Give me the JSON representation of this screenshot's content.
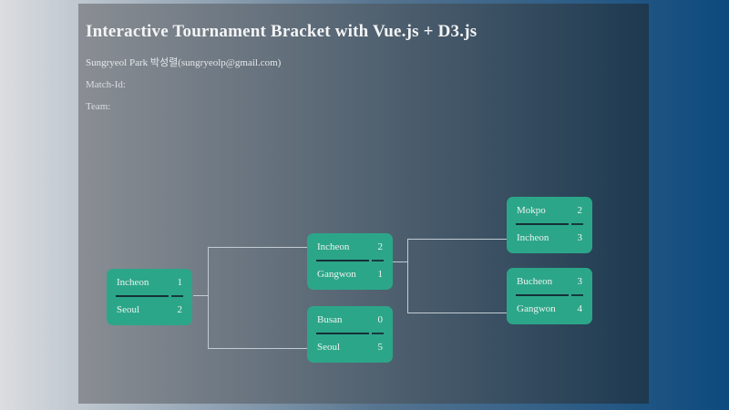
{
  "header": {
    "title": "Interactive Tournament Bracket with Vue.js + D3.js",
    "author": "Sungryeol Park 박성렬(sungryeolp@gmail.com)",
    "match_id_label": "Match-Id:",
    "match_id_value": "",
    "team_label": "Team:",
    "team_value": ""
  },
  "colors": {
    "page_bg_left": "#dbdde0",
    "page_bg_right": "#0d4a7e",
    "panel_bg_left": "#8a8e94",
    "panel_bg_right": "#1d3950",
    "box_fill": "#2ca689",
    "box_text": "#ecf4f0",
    "divider": "#152f38",
    "connector": "#c3ccd3",
    "title_color": "#f3f4f5"
  },
  "bracket": {
    "matches": [
      {
        "round": "final",
        "teams": [
          {
            "name": "Incheon",
            "score": "1"
          },
          {
            "name": "Seoul",
            "score": "2"
          }
        ]
      },
      {
        "round": "semifinal-top",
        "teams": [
          {
            "name": "Incheon",
            "score": "2"
          },
          {
            "name": "Gangwon",
            "score": "1"
          }
        ]
      },
      {
        "round": "semifinal-bottom",
        "teams": [
          {
            "name": "Busan",
            "score": "0"
          },
          {
            "name": "Seoul",
            "score": "5"
          }
        ]
      },
      {
        "round": "quarterfinal-top",
        "teams": [
          {
            "name": "Mokpo",
            "score": "2"
          },
          {
            "name": "Incheon",
            "score": "3"
          }
        ]
      },
      {
        "round": "quarterfinal-bottom",
        "teams": [
          {
            "name": "Bucheon",
            "score": "3"
          },
          {
            "name": "Gangwon",
            "score": "4"
          }
        ]
      }
    ]
  }
}
